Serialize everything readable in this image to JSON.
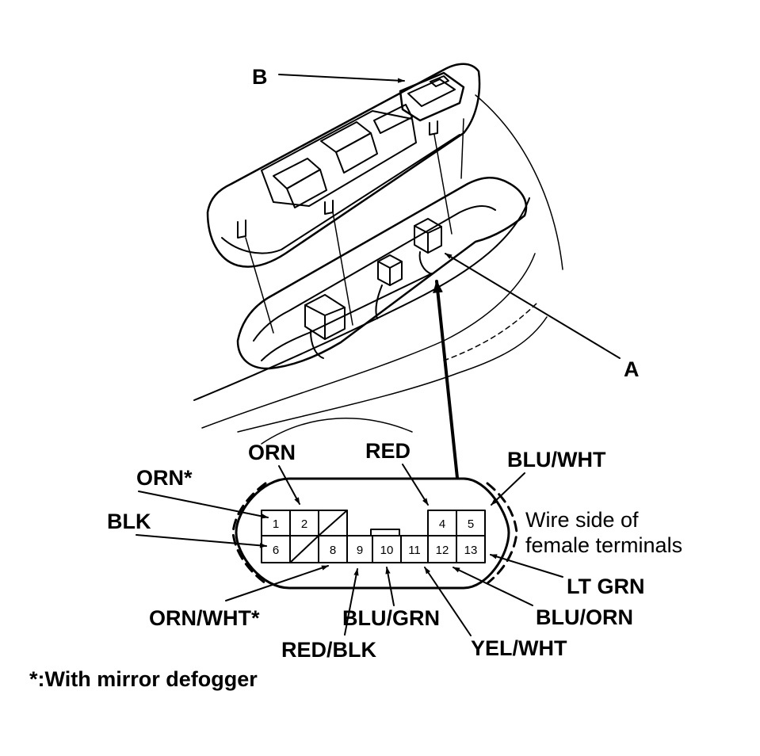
{
  "callouts": {
    "a": "A",
    "b": "B"
  },
  "connector": {
    "pins_top": [
      "1",
      "2",
      "4",
      "5"
    ],
    "pins_bottom": [
      "6",
      "8",
      "9",
      "10",
      "11",
      "12",
      "13"
    ],
    "note_line1": "Wire side of",
    "note_line2": "female terminals"
  },
  "wires": {
    "orn_star": "ORN*",
    "blk": "BLK",
    "orn": "ORN",
    "red": "RED",
    "blu_wht": "BLU/WHT",
    "lt_grn": "LT GRN",
    "blu_orn": "BLU/ORN",
    "yel_wht": "YEL/WHT",
    "blu_grn": "BLU/GRN",
    "red_blk": "RED/BLK",
    "orn_wht_star": "ORN/WHT*"
  },
  "footnote": "*:With mirror defogger"
}
